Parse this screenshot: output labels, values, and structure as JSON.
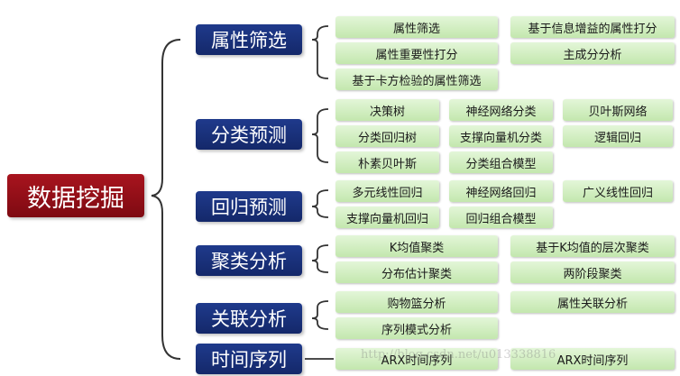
{
  "root": {
    "label": "数据挖掘"
  },
  "categories": [
    {
      "label": "属性筛选",
      "items": [
        "属性筛选",
        "基于信息增益的属性打分",
        "属性重要性打分",
        "主成分分析",
        "基于卡方检验的属性筛选"
      ]
    },
    {
      "label": "分类预测",
      "items": [
        "决策树",
        "神经网络分类",
        "贝叶斯网络",
        "分类回归树",
        "支撑向量机分类",
        "逻辑回归",
        "朴素贝叶斯",
        "分类组合模型"
      ]
    },
    {
      "label": "回归预测",
      "items": [
        "多元线性回归",
        "神经网络回归",
        "广义线性回归",
        "支撑向量机回归",
        "回归组合模型"
      ]
    },
    {
      "label": "聚类分析",
      "items": [
        "K均值聚类",
        "基于K均值的层次聚类",
        "分布估计聚类",
        "两阶段聚类"
      ]
    },
    {
      "label": "关联分析",
      "items": [
        "购物篮分析",
        "属性关联分析",
        "序列模式分析"
      ]
    },
    {
      "label": "时间序列",
      "items": [
        "ARX时间序列",
        "ARX时间序列"
      ]
    }
  ],
  "watermark": "http://blog.csdn.net/u013338816",
  "colors": {
    "root": "#a8141e",
    "category": "#1f3a8c",
    "leaf": "#c3e7ae",
    "line": "#333333"
  }
}
